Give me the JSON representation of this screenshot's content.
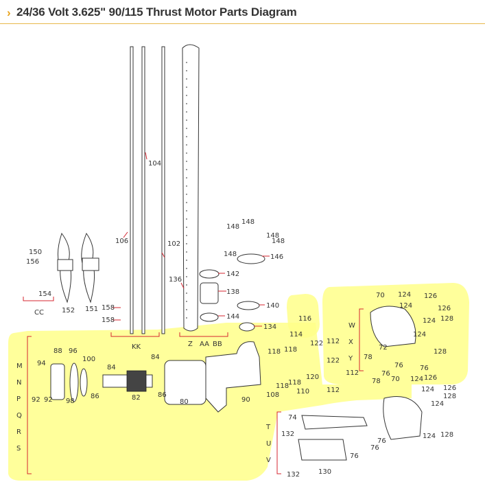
{
  "header": {
    "title": "24/36 Volt 3.625\" 90/115 Thrust Motor Parts Diagram"
  },
  "groups": {
    "cc": "CC",
    "kk": "KK",
    "z": "Z",
    "aa": "AA",
    "bb": "BB"
  },
  "row_letters": [
    "M",
    "N",
    "P",
    "Q",
    "R",
    "S"
  ],
  "row_letters_right": [
    "W",
    "X",
    "Y"
  ],
  "row_letters_bottom": [
    "T",
    "U",
    "V"
  ],
  "part_numbers": [
    "104",
    "106",
    "102",
    "136",
    "148",
    "148",
    "148",
    "148",
    "148",
    "146",
    "142",
    "138",
    "140",
    "144",
    "134",
    "150",
    "156",
    "154",
    "152",
    "151",
    "158",
    "158",
    "116",
    "114",
    "122",
    "112",
    "122",
    "112",
    "112",
    "118",
    "118",
    "118",
    "118",
    "108",
    "110",
    "120",
    "70",
    "124",
    "126",
    "124",
    "126",
    "124",
    "128",
    "72",
    "78",
    "76",
    "76",
    "124",
    "128",
    "76",
    "78",
    "70",
    "124",
    "126",
    "124",
    "126",
    "128",
    "124",
    "124",
    "128",
    "74",
    "76",
    "76",
    "76",
    "132",
    "132",
    "130",
    "94",
    "88",
    "96",
    "100",
    "84",
    "84",
    "92",
    "92",
    "98",
    "86",
    "82",
    "86",
    "80",
    "90"
  ]
}
